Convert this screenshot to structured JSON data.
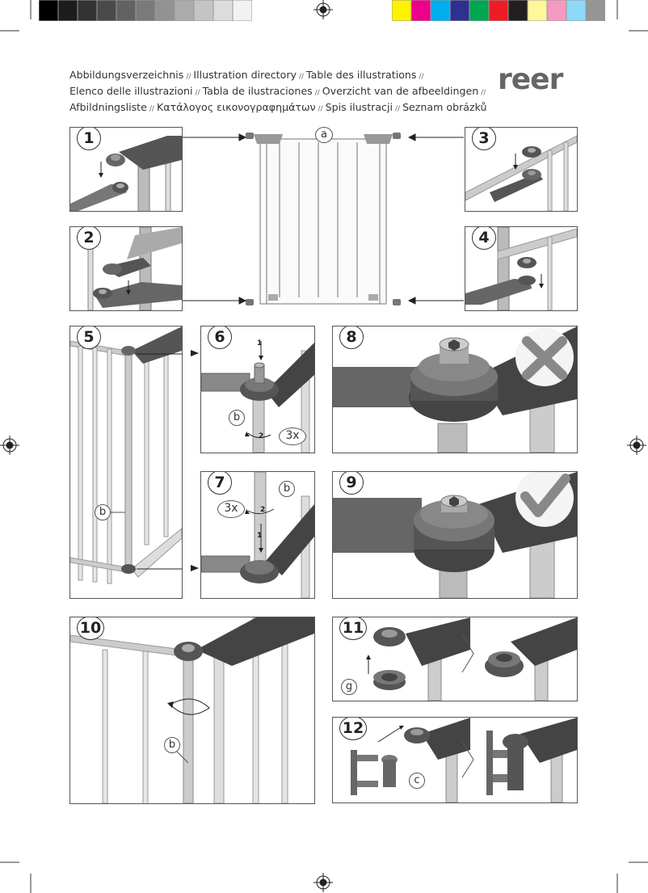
{
  "color_bar": {
    "grays": [
      "#000000",
      "#1c1c1c",
      "#333333",
      "#4a4a4a",
      "#626262",
      "#7a7a7a",
      "#929292",
      "#ababab",
      "#c4c4c4",
      "#dcdcdc",
      "#f2f2f2"
    ],
    "colors": [
      "#fff200",
      "#ec008c",
      "#00aeef",
      "#2e3192",
      "#00a651",
      "#ed1c24",
      "#231f20",
      "#fff799",
      "#f49ac1",
      "#8ed8f8",
      "#959595"
    ]
  },
  "header": {
    "lines": [
      [
        "Abbildungsverzeichnis",
        "Illustration directory",
        "Table des illustrations",
        ""
      ],
      [
        "Elenco delle illustrazioni",
        "Tabla de ilustraciones",
        "Overzicht van de afbeeldingen",
        ""
      ],
      [
        "Afbildningsliste",
        "Κατάλογος εικονογραφημάτων",
        "Spis ilustracji",
        "Seznam obrázků"
      ]
    ],
    "separator": "//",
    "logo": "reer"
  },
  "steps": {
    "s1": "1",
    "s2": "2",
    "s3": "3",
    "s4": "4",
    "s5": "5",
    "s6": "6",
    "s7": "7",
    "s8": "8",
    "s9": "9",
    "s10": "10",
    "s11": "11",
    "s12": "12"
  },
  "labels": {
    "a": "a",
    "b": "b",
    "c": "c",
    "g": "g",
    "times3": "3x",
    "arrow1": "1",
    "arrow2": "2"
  },
  "icons": [
    "registration-mark-icon",
    "cross-mark-icon",
    "check-mark-icon",
    "rotate-arrow-icon"
  ]
}
